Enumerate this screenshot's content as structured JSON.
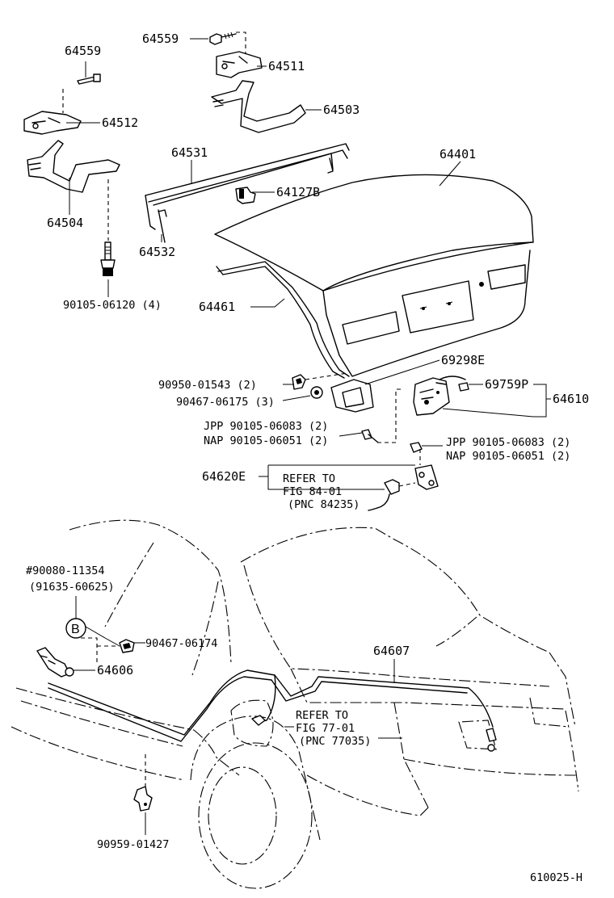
{
  "diagram": {
    "labels": {
      "p64559_top": "64559",
      "p64511": "64511",
      "p64559_left": "64559",
      "p64503": "64503",
      "p64512": "64512",
      "p64401": "64401",
      "p64531": "64531",
      "p64127B": "64127B",
      "p64504": "64504",
      "p64532": "64532",
      "p90105_06120": "90105-06120 (4)",
      "p64461": "64461",
      "p69298E": "69298E",
      "p90950_01543": "90950-01543 (2)",
      "p69759P": "69759P",
      "p64610": "64610",
      "p90467_06175": "90467-06175 (3)",
      "jpp_left": "JPP 90105-06083 (2)",
      "nap_left": "NAP 90105-06051 (2)",
      "jpp_right": "JPP 90105-06083 (2)",
      "nap_right": "NAP 90105-06051 (2)",
      "p64620E": "64620E",
      "refer1_a": "REFER TO",
      "refer1_b": "FIG 84-01",
      "refer1_c": "(PNC 84235)",
      "p90080_11354": "#90080-11354",
      "p91635_60625": "(91635-60625)",
      "callout_b": "B",
      "p90467_06174": "90467-06174",
      "p64607": "64607",
      "p64606": "64606",
      "refer2_a": "REFER TO",
      "refer2_b": "FIG 77-01",
      "refer2_c": "(PNC 77035)",
      "p90959_01427": "90959-01427",
      "footer_code": "610025-H"
    }
  }
}
